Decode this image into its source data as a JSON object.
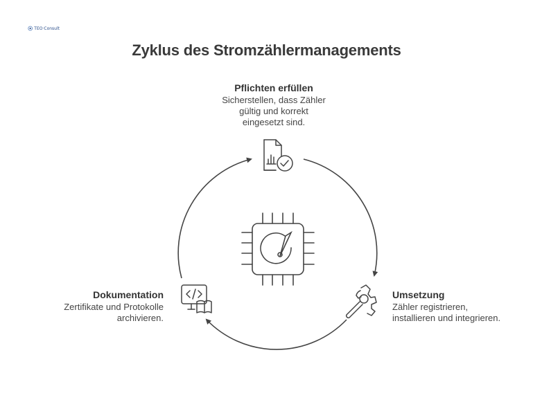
{
  "logo": {
    "text": "TEO·Consult",
    "icon": "logo-icon"
  },
  "title": "Zyklus des Stromzählermanagements",
  "center": {
    "icon": "chip-gauge-icon"
  },
  "stages": {
    "pflichten": {
      "heading": "Pflichten erfüllen",
      "line1": "Sicherstellen, dass Zähler",
      "line2": "gültig und korrekt",
      "line3": "eingesetzt sind.",
      "icon": "document-check-icon"
    },
    "umsetzung": {
      "heading": "Umsetzung",
      "line1": "Zähler registrieren,",
      "line2": "installieren und integrieren.",
      "icon": "wrench-gear-icon"
    },
    "dokumentation": {
      "heading": "Dokumentation",
      "line1": "Zertifikate und Protokolle",
      "line2": "archivieren.",
      "icon": "code-book-icon"
    }
  },
  "colors": {
    "stroke": "#444444",
    "text": "#333333",
    "title": "#3a3a3a"
  }
}
